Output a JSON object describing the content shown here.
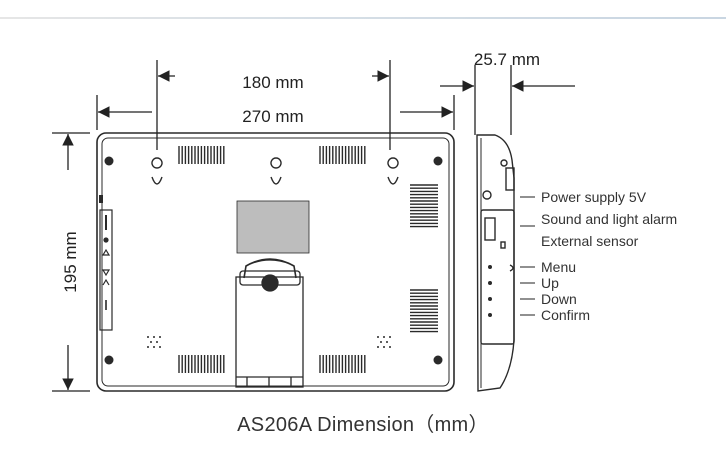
{
  "dimensions": {
    "mount_spacing": "180 mm",
    "width": "270 mm",
    "height": "195 mm",
    "depth": "25.7 mm"
  },
  "side_labels": [
    "Power supply 5V",
    "Sound and light alarm",
    "External sensor",
    "Menu",
    "Up",
    "Down",
    "Confirm"
  ],
  "caption": "AS206A Dimension（mm）",
  "colors": {
    "line": "#2a2a2a",
    "text": "#222222",
    "accent_bar": "#c9d6e2"
  }
}
